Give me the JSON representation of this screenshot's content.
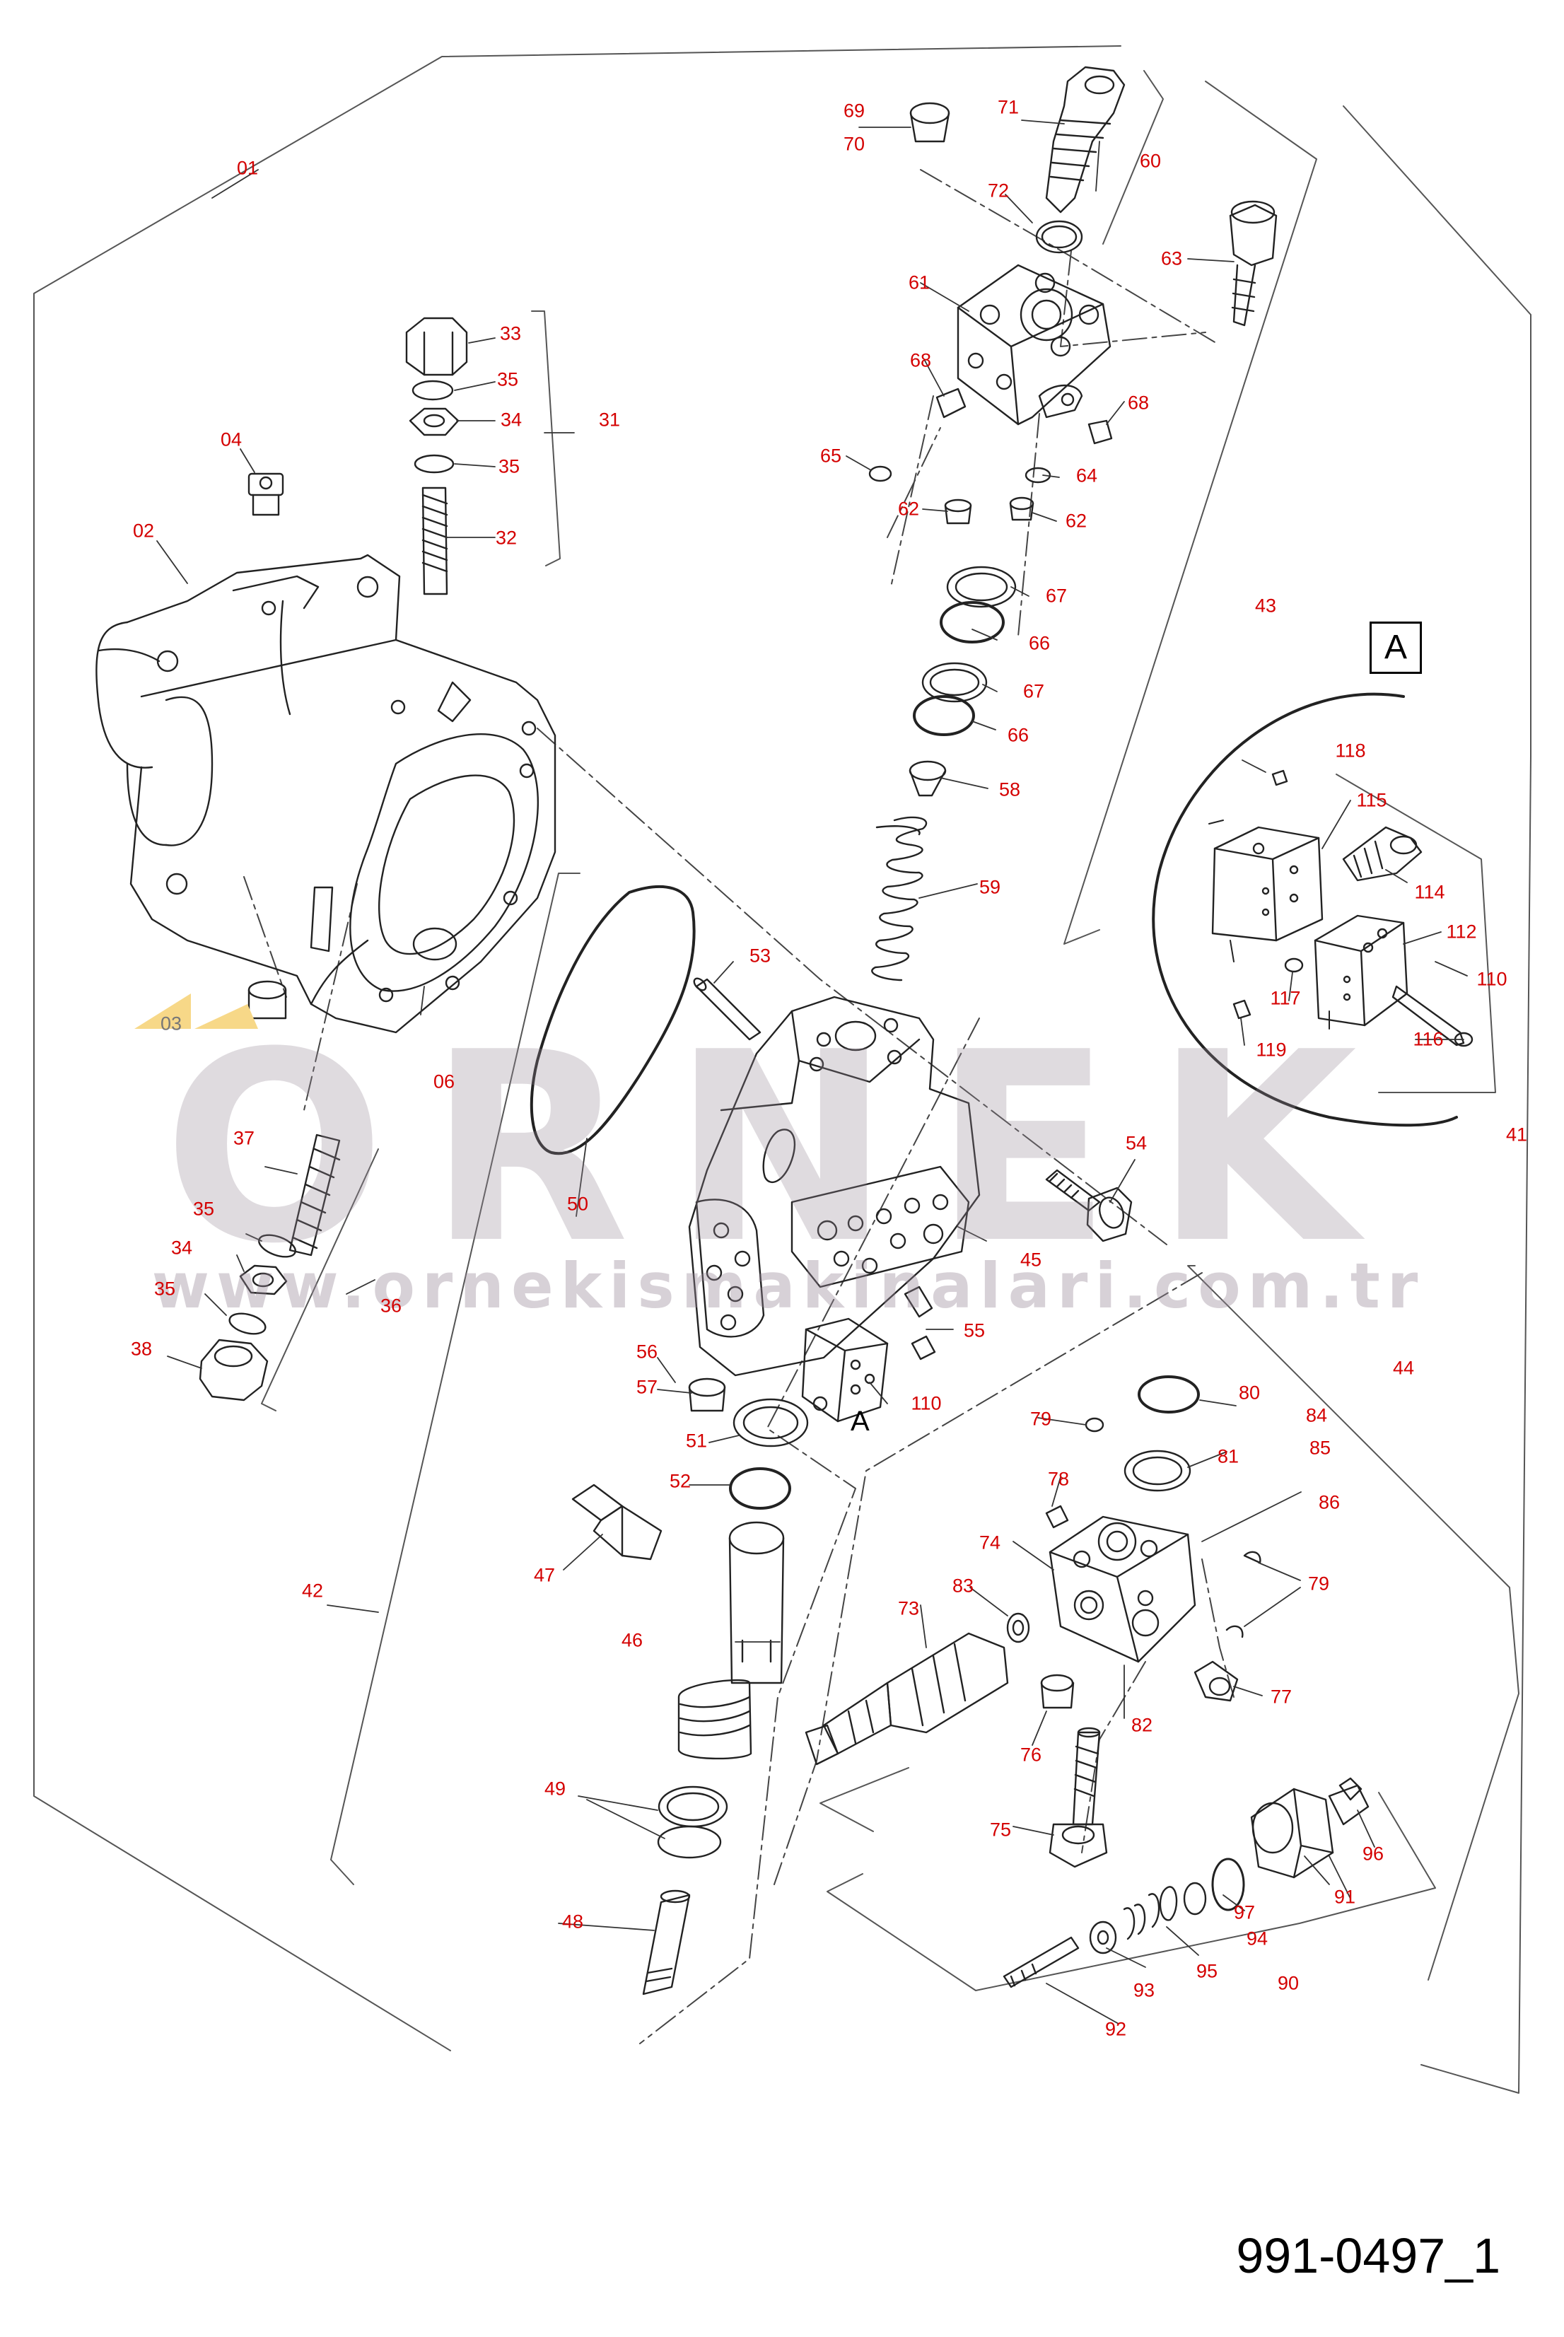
{
  "diagram": {
    "drawing_number": "991-0497_1",
    "detail_box_label": "A",
    "detail_ref_label": "A",
    "watermark": {
      "brand": "ORNEK",
      "url": "www.ornekismakinalari.com.tr"
    },
    "colors": {
      "callout": "#d40000",
      "line": "#222222",
      "highlight": "#f7d888",
      "watermark": "#968796"
    },
    "callouts": [
      {
        "id": "01",
        "label": "01"
      },
      {
        "id": "02",
        "label": "02"
      },
      {
        "id": "03",
        "label": "03"
      },
      {
        "id": "04",
        "label": "04"
      },
      {
        "id": "06",
        "label": "06"
      },
      {
        "id": "31",
        "label": "31"
      },
      {
        "id": "32",
        "label": "32"
      },
      {
        "id": "33",
        "label": "33"
      },
      {
        "id": "34a",
        "label": "34"
      },
      {
        "id": "35a",
        "label": "35"
      },
      {
        "id": "35b",
        "label": "35"
      },
      {
        "id": "34b",
        "label": "34"
      },
      {
        "id": "35c",
        "label": "35"
      },
      {
        "id": "35d",
        "label": "35"
      },
      {
        "id": "36",
        "label": "36"
      },
      {
        "id": "37",
        "label": "37"
      },
      {
        "id": "38",
        "label": "38"
      },
      {
        "id": "41",
        "label": "41"
      },
      {
        "id": "42",
        "label": "42"
      },
      {
        "id": "43",
        "label": "43"
      },
      {
        "id": "44",
        "label": "44"
      },
      {
        "id": "45",
        "label": "45"
      },
      {
        "id": "46",
        "label": "46"
      },
      {
        "id": "47",
        "label": "47"
      },
      {
        "id": "48",
        "label": "48"
      },
      {
        "id": "49",
        "label": "49"
      },
      {
        "id": "50",
        "label": "50"
      },
      {
        "id": "51",
        "label": "51"
      },
      {
        "id": "52",
        "label": "52"
      },
      {
        "id": "53",
        "label": "53"
      },
      {
        "id": "54",
        "label": "54"
      },
      {
        "id": "55",
        "label": "55"
      },
      {
        "id": "56",
        "label": "56"
      },
      {
        "id": "57",
        "label": "57"
      },
      {
        "id": "58",
        "label": "58"
      },
      {
        "id": "59",
        "label": "59"
      },
      {
        "id": "60",
        "label": "60"
      },
      {
        "id": "61",
        "label": "61"
      },
      {
        "id": "62a",
        "label": "62"
      },
      {
        "id": "62b",
        "label": "62"
      },
      {
        "id": "63",
        "label": "63"
      },
      {
        "id": "64",
        "label": "64"
      },
      {
        "id": "65",
        "label": "65"
      },
      {
        "id": "66a",
        "label": "66"
      },
      {
        "id": "66b",
        "label": "66"
      },
      {
        "id": "67a",
        "label": "67"
      },
      {
        "id": "67b",
        "label": "67"
      },
      {
        "id": "68a",
        "label": "68"
      },
      {
        "id": "68b",
        "label": "68"
      },
      {
        "id": "69",
        "label": "69"
      },
      {
        "id": "70",
        "label": "70"
      },
      {
        "id": "71",
        "label": "71"
      },
      {
        "id": "72",
        "label": "72"
      },
      {
        "id": "73",
        "label": "73"
      },
      {
        "id": "74",
        "label": "74"
      },
      {
        "id": "75",
        "label": "75"
      },
      {
        "id": "76",
        "label": "76"
      },
      {
        "id": "77",
        "label": "77"
      },
      {
        "id": "78",
        "label": "78"
      },
      {
        "id": "79a",
        "label": "79"
      },
      {
        "id": "79b",
        "label": "79"
      },
      {
        "id": "80",
        "label": "80"
      },
      {
        "id": "81",
        "label": "81"
      },
      {
        "id": "82",
        "label": "82"
      },
      {
        "id": "83",
        "label": "83"
      },
      {
        "id": "84",
        "label": "84"
      },
      {
        "id": "85",
        "label": "85"
      },
      {
        "id": "86",
        "label": "86"
      },
      {
        "id": "90",
        "label": "90"
      },
      {
        "id": "91",
        "label": "91"
      },
      {
        "id": "92",
        "label": "92"
      },
      {
        "id": "93",
        "label": "93"
      },
      {
        "id": "94",
        "label": "94"
      },
      {
        "id": "95",
        "label": "95"
      },
      {
        "id": "96",
        "label": "96"
      },
      {
        "id": "97",
        "label": "97"
      },
      {
        "id": "110a",
        "label": "110"
      },
      {
        "id": "110b",
        "label": "110"
      },
      {
        "id": "112",
        "label": "112"
      },
      {
        "id": "114",
        "label": "114"
      },
      {
        "id": "115",
        "label": "115"
      },
      {
        "id": "116",
        "label": "116"
      },
      {
        "id": "117",
        "label": "117"
      },
      {
        "id": "118",
        "label": "118"
      },
      {
        "id": "119",
        "label": "119"
      }
    ]
  }
}
